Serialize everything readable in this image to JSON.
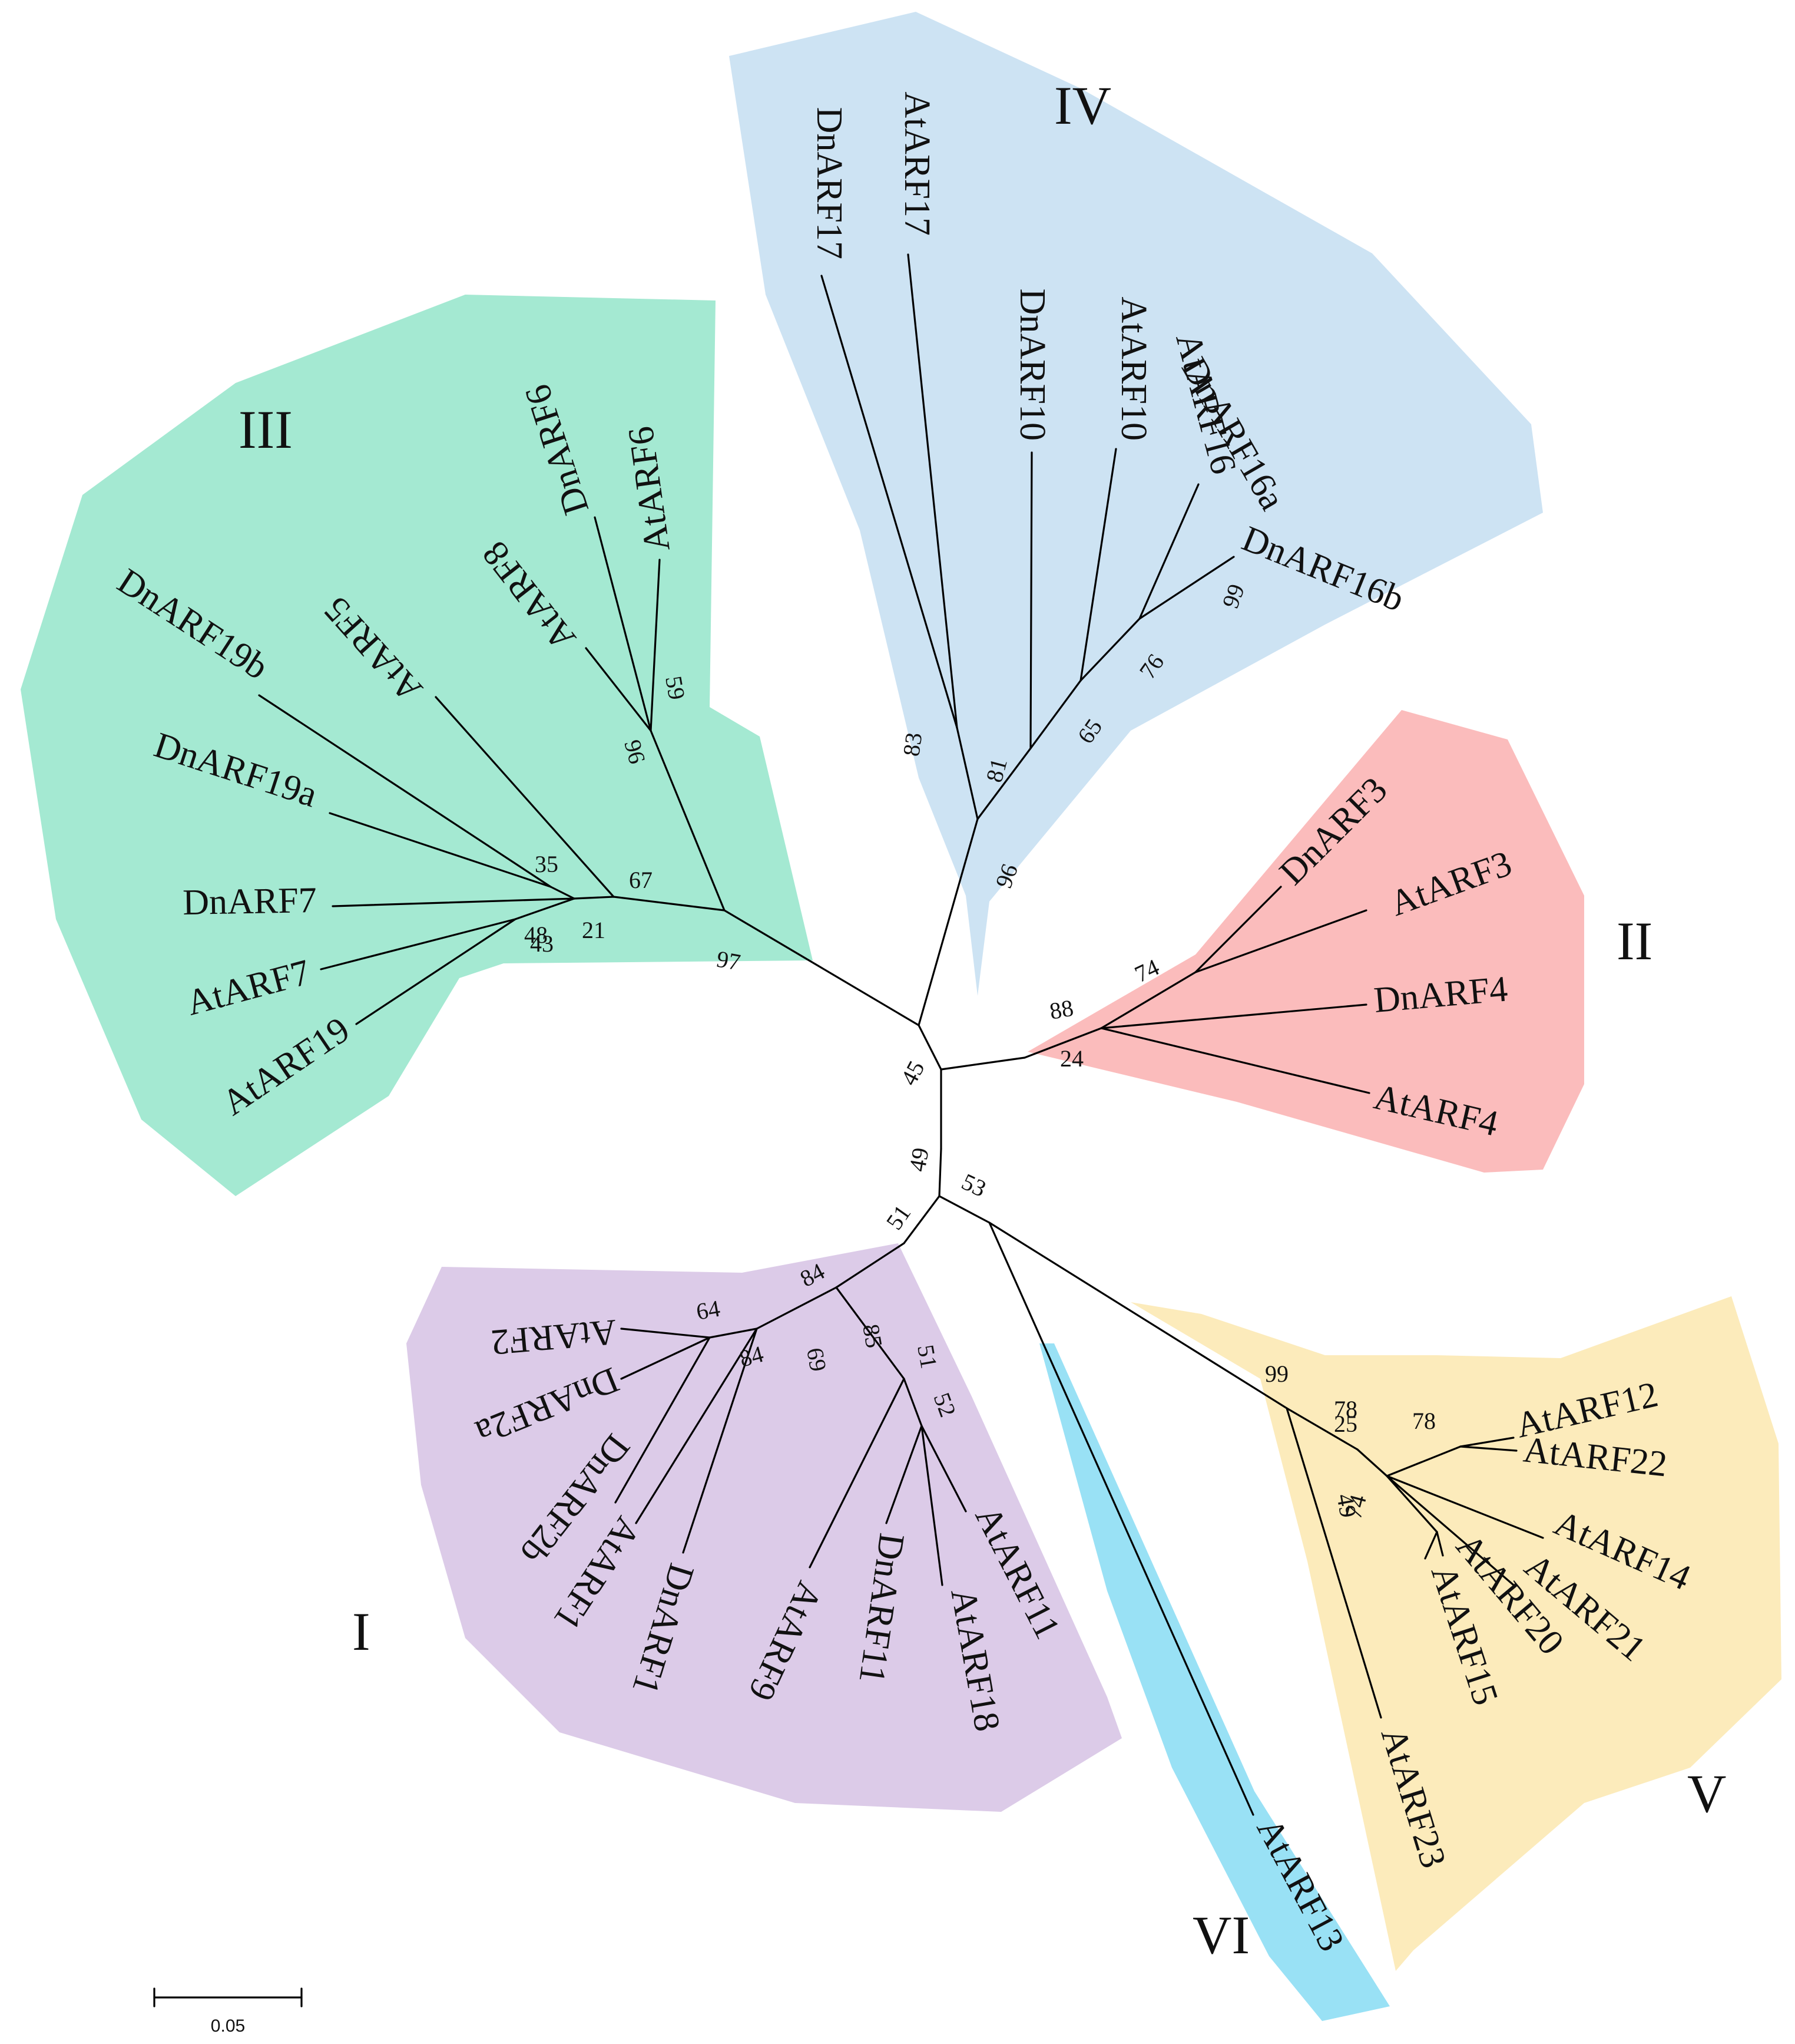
{
  "clades": [
    {
      "label": "I",
      "color": "#dccbe8"
    },
    {
      "label": "II",
      "color": "#fbbcbc"
    },
    {
      "label": "III",
      "color": "#a4e9d2"
    },
    {
      "label": "IV",
      "color": "#cde3f3"
    },
    {
      "label": "V",
      "color": "#fcebbb"
    },
    {
      "label": "VI",
      "color": "#99e1f5"
    }
  ],
  "leaves": [
    "DnARF17",
    "AtARF17",
    "DnARF10",
    "AtARF10",
    "AtARF16",
    "DnARF16a",
    "DnARF16b",
    "AtARF6",
    "DnARF6",
    "AtARF8",
    "AtARF5",
    "DnARF19b",
    "DnARF19a",
    "DnARF7",
    "AtARF7",
    "AtARF19",
    "DnARF3",
    "AtARF3",
    "DnARF4",
    "AtARF4",
    "AtARF2",
    "DnARF2a",
    "DnARF2b",
    "AtARF1",
    "DnARF1",
    "AtARF9",
    "DnARF11",
    "AtARF18",
    "AtARF11",
    "AtARF12",
    "AtARF22",
    "AtARF14",
    "AtARF21",
    "AtARF20",
    "AtARF15",
    "AtARF23",
    "AtARF13"
  ],
  "bootstrap": [
    "83",
    "81",
    "96",
    "65",
    "76",
    "99",
    "59",
    "96",
    "35",
    "67",
    "21",
    "97",
    "48",
    "43",
    "74",
    "88",
    "24",
    "45",
    "49",
    "53",
    "51",
    "84",
    "64",
    "84",
    "69",
    "85",
    "51",
    "52",
    "99",
    "78",
    "25",
    "78",
    "49",
    "74"
  ],
  "scale": {
    "label": "0.05"
  }
}
